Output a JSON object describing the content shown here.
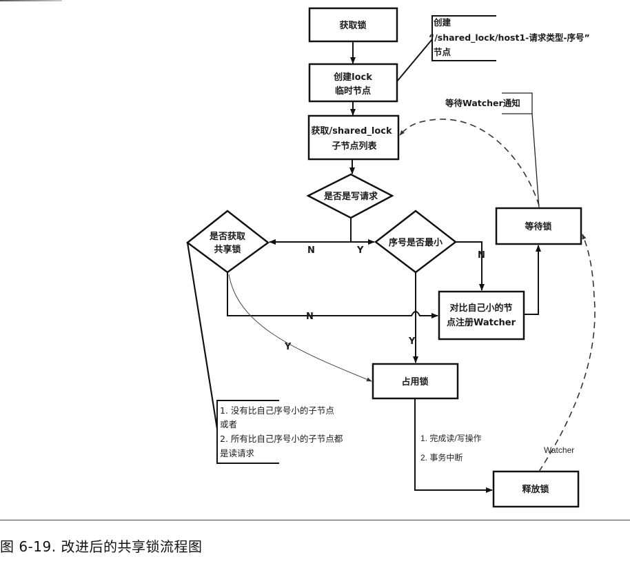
{
  "figure": {
    "caption": "图 6-19.  改进后的共享锁流程图"
  },
  "nodes": {
    "acquire_lock": {
      "line1": "获取锁"
    },
    "create_node": {
      "line1": "创建lock",
      "line2": "临时节点"
    },
    "get_children": {
      "line1": "获取/shared_lock",
      "line2": "子节点列表"
    },
    "is_write": {
      "line1": "是否是写请求"
    },
    "is_smallest": {
      "line1": "序号是否最小"
    },
    "can_share": {
      "line1": "是否获取",
      "line2": "共享锁"
    },
    "wait_lock": {
      "line1": "等待锁"
    },
    "register_watcher": {
      "line1": "对比自己小的节",
      "line2": "点注册Watcher"
    },
    "occupy_lock": {
      "line1": "占用锁"
    },
    "release_lock": {
      "line1": "释放锁"
    }
  },
  "annotations": {
    "create_path": {
      "line1": "创建",
      "line2": "“/shared_lock/host1-请求类型-序号”",
      "line3": "节点"
    },
    "wait_notify": {
      "text": "等待Watcher通知"
    },
    "share_condition": {
      "line1": "1.  没有比自己序号小的子节点",
      "line2": "或者",
      "line3": "2.  所有比自己序号小的子节点都",
      "line4": "是读请求"
    },
    "release_reason": {
      "line1": "1. 完成读/写操作",
      "line2": "2. 事务中断"
    },
    "watcher": {
      "text": "Watcher"
    }
  },
  "edge_labels": {
    "write_no": "N",
    "write_yes": "Y",
    "smallest_no": "N",
    "smallest_yes": "Y",
    "share_no": "N",
    "share_yes": "Y"
  }
}
